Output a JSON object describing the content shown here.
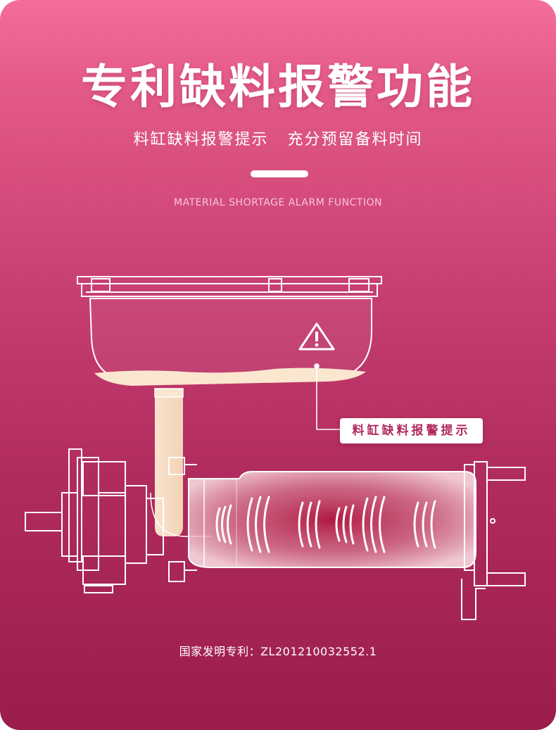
{
  "header": {
    "title": "专利缺料报警功能",
    "subtitle": "料缸缺料报警提示   充分预留备料时间",
    "en_caption": "MATERIAL SHORTAGE ALARM FUNCTION"
  },
  "illustration": {
    "warning_icon": "warning-triangle-icon",
    "callout_label": "料缸缺料报警提示"
  },
  "footer": {
    "patent": "国家发明专利：ZL201210032552.1"
  },
  "colors": {
    "background_top": "#f46d98",
    "background_bottom": "#9a1d4b",
    "material_fill": "#fbe6cf",
    "line": "#ffffff",
    "callout_text": "#b0285e"
  }
}
